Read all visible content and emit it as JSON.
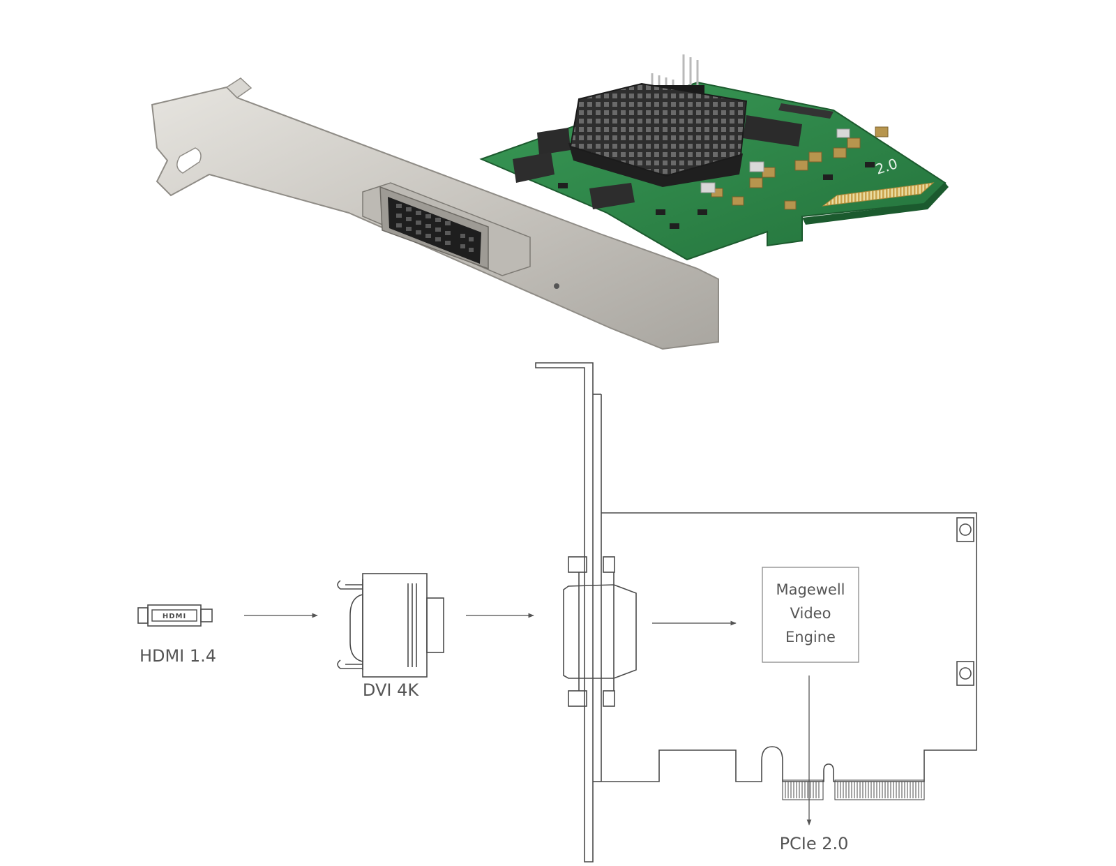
{
  "card_photo": {
    "silkscreen_version": "2.0"
  },
  "diagram": {
    "hdmi_icon_text": "HDMI",
    "hdmi_label": "HDMI 1.4",
    "dvi_label": "DVI 4K",
    "engine_lines": [
      "Magewell",
      "Video",
      "Engine"
    ],
    "pcie_label": "PCIe 2.0"
  },
  "colors": {
    "line": "#4a4a4a",
    "label": "#555555",
    "pcb": "#2f8a4c",
    "bracket": "#c9c6c0",
    "heatsink": "#3b3b3b",
    "gold": "#c9a24a"
  }
}
